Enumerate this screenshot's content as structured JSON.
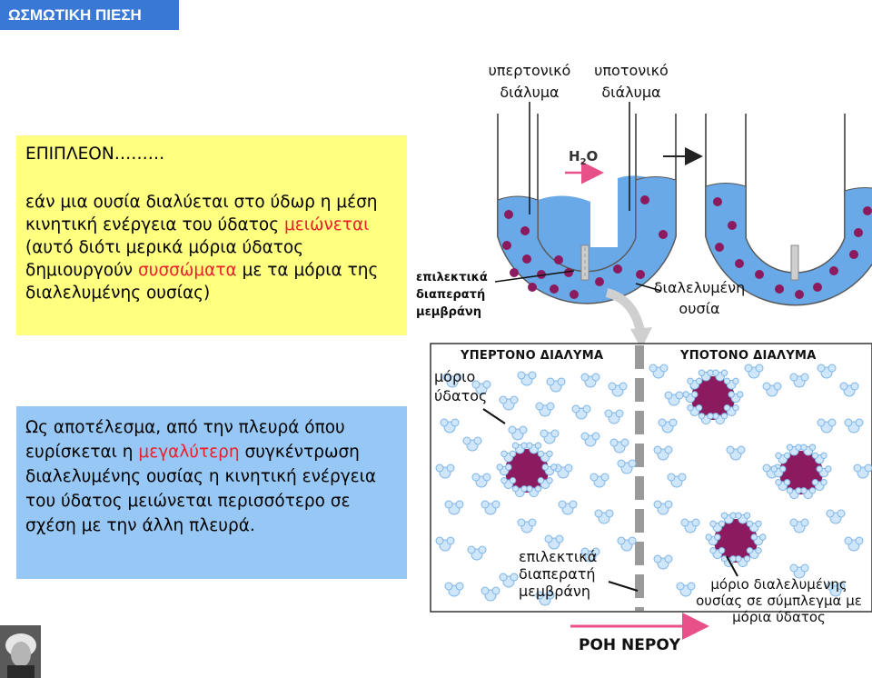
{
  "title": "ΩΣΜΩΤΙΚΗ ΠΙΕΣΗ",
  "yellow": {
    "heading": "ΕΠΙΠΛΕΟΝ………",
    "p1": "εάν μια ουσία διαλύεται στο ύδωρ η μέση κινητική ενέργεια του ύδατος ",
    "p_red1": "μειώνεται",
    "p2": " (αυτό διότι μερικά μόρια ύδατος δημιουργούν ",
    "p_red2": "συσσώματα",
    "p3": " με τα μόρια της διαλελυμένης ουσίας)"
  },
  "blue": {
    "p1": "Ως αποτέλεσμα, από την πλευρά όπου ευρίσκεται η ",
    "p_red": "μεγαλύτερη",
    "p2": " συγκέντρωση διαλελυμένης ουσίας η κινητική ενέργεια του ύδατος μειώνεται περισσότερο σε σχέση με την άλλη πλευρά."
  },
  "labels": {
    "hyper_line1": "υπερτονικό",
    "hyper_line2": "διάλυμα",
    "hypo_line1": "υποτονικό",
    "hypo_line2": "διάλυμα",
    "h2o": "H",
    "h2o_sub": "2",
    "h2o_o": "O",
    "membrane_line1": "επιλεκτικά",
    "membrane_line2": "διαπερατή",
    "membrane_line3": "μεμβράνη",
    "solute_line1": "διαλελυμένη",
    "solute_line2": "ουσία",
    "hypertonic_caps": "ΥΠΕΡΤΟΝΟ ΔΙΑΛΥΜΑ",
    "hypotonic_caps": "ΥΠΟΤΟΝΟ ΔΙΑΛΥΜΑ",
    "water_mol_line1": "μόριο",
    "water_mol_line2": "ύδατος",
    "membrane2_line1": "επιλεκτικά",
    "membrane2_line2": "διαπερατή",
    "membrane2_line3": "μεμβράνη",
    "cluster_line1": "μόριο διαλελυμένης",
    "cluster_line2": "ουσίας σε σύμπλεγμα με",
    "cluster_line3": "μόρια ύδατος",
    "flow": "ΡΟΗ ΝΕΡΟΥ"
  },
  "colors": {
    "title_bg": "#3a78d6",
    "yellow_bg": "#ffff80",
    "blue_bg": "#97c8f5",
    "highlight_red": "#e8202a",
    "solute": "#8b1a5e",
    "water_light": "#cfe6fb",
    "liquid": "#6aa9e8",
    "arrow_pink": "#e8508a"
  }
}
